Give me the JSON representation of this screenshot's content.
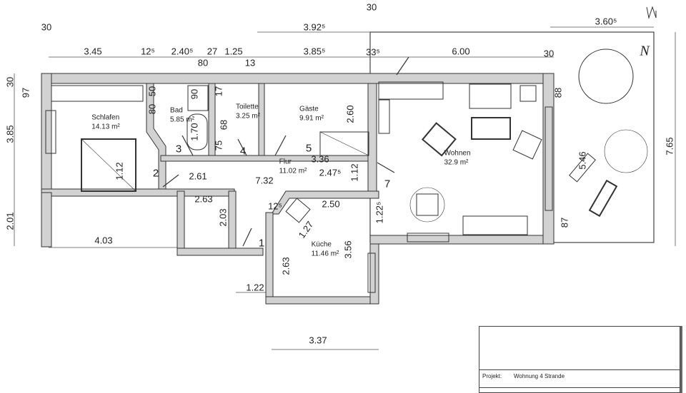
{
  "plan": {
    "north_label": "N",
    "rooms": [
      {
        "name": "Schlafen",
        "area": "14.13 m²"
      },
      {
        "name": "Bad",
        "area": "5.85 m²"
      },
      {
        "name": "Toilette",
        "area": "3.25 m²"
      },
      {
        "name": "Gäste",
        "area": "9.91 m²"
      },
      {
        "name": "Flur",
        "area": "11.02 m²"
      },
      {
        "name": "Wohnen",
        "area": "32.9 m²"
      },
      {
        "name": "Küche",
        "area": "11.46 m²"
      }
    ],
    "door_numbers": [
      "1",
      "2",
      "3",
      "4",
      "5",
      "7"
    ],
    "dimensions": {
      "top": [
        "30",
        "30",
        "3.92⁵",
        "3.60⁵",
        "3.45",
        "12⁵",
        "2.40⁵",
        "27",
        "1.25",
        "80",
        "13",
        "3.85⁵",
        "33⁵",
        "6.00",
        "30"
      ],
      "left": [
        "3.85",
        "2.01",
        "30",
        "97"
      ],
      "interior": [
        "50",
        "80",
        "90",
        "1.70",
        "17",
        "68",
        "75",
        "2.60",
        "88",
        "5.46",
        "7.65",
        "87",
        "1.12",
        "1.12",
        "2.61",
        "7.32",
        "3.36",
        "2.47⁵"
      ],
      "lower": [
        "2.63",
        "2.03",
        "4.03",
        "12⁵",
        "2.50",
        "1.22⁵",
        "1.27",
        "3.56",
        "2.63",
        "1.22",
        "3.37"
      ]
    }
  },
  "title_block": {
    "project_label": "Projekt:",
    "project_name": "Wohnung 4 Strande"
  }
}
